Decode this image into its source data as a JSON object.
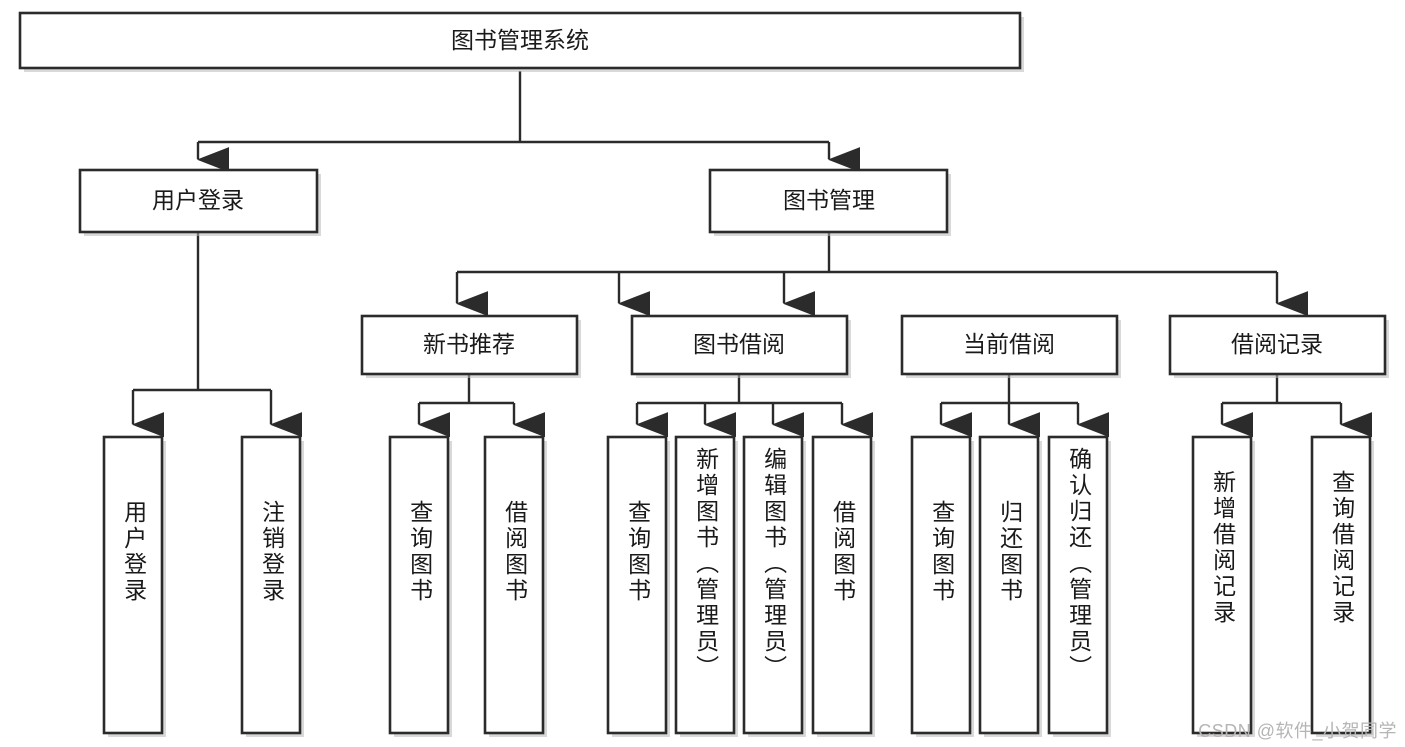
{
  "diagram": {
    "title": "图书管理系统",
    "type": "hierarchy-tree",
    "watermark": "CSDN @软件_小贺同学",
    "colors": {
      "stroke": "#2b2b2b",
      "fill": "#ffffff",
      "text": "#1a1a1a",
      "watermark": "#b5b5b5",
      "shadow": "#b9b9b9"
    },
    "levels": {
      "root": {
        "label": "图书管理系统"
      },
      "level2": [
        {
          "label": "用户登录"
        },
        {
          "label": "图书管理"
        }
      ],
      "level3": [
        {
          "label": "新书推荐"
        },
        {
          "label": "图书借阅"
        },
        {
          "label": "当前借阅"
        },
        {
          "label": "借阅记录"
        }
      ],
      "leaves": [
        {
          "label": "用户登录",
          "parent": "用户登录"
        },
        {
          "label": "注销登录",
          "parent": "用户登录"
        },
        {
          "label": "查询图书",
          "parent": "新书推荐"
        },
        {
          "label": "借阅图书",
          "parent": "新书推荐"
        },
        {
          "label": "查询图书",
          "parent": "图书借阅"
        },
        {
          "label": "新增图书（管理员）",
          "parent": "图书借阅"
        },
        {
          "label": "编辑图书（管理员）",
          "parent": "图书借阅"
        },
        {
          "label": "借阅图书",
          "parent": "图书借阅"
        },
        {
          "label": "查询图书",
          "parent": "当前借阅"
        },
        {
          "label": "归还图书",
          "parent": "当前借阅"
        },
        {
          "label": "确认归还（管理员）",
          "parent": "当前借阅"
        },
        {
          "label": "新增借阅记录",
          "parent": "借阅记录"
        },
        {
          "label": "查询借阅记录",
          "parent": "借阅记录"
        }
      ]
    }
  }
}
